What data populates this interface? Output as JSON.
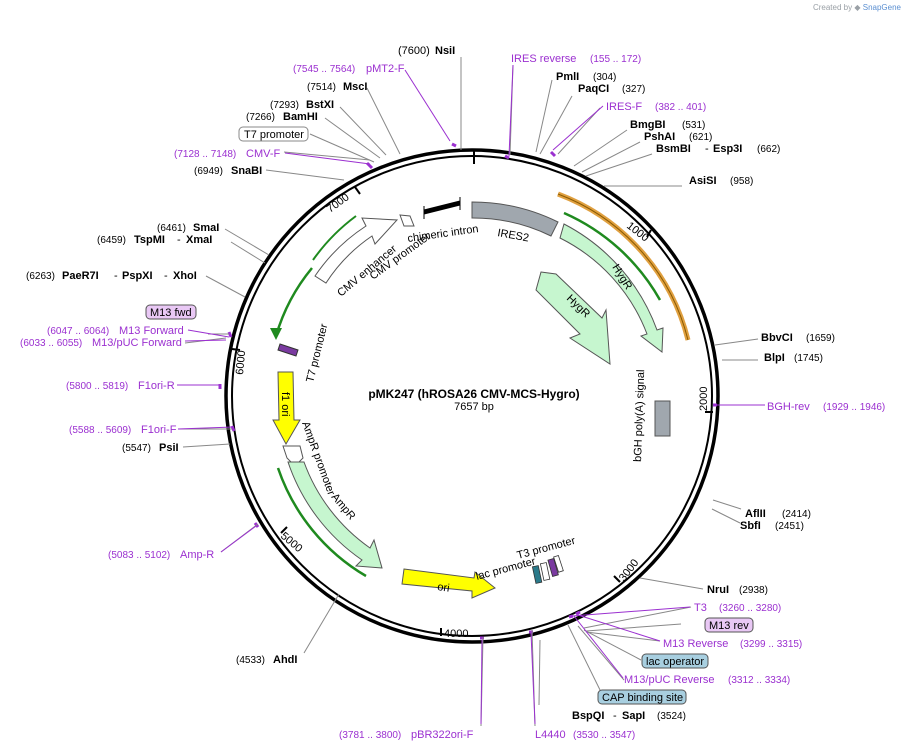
{
  "header": {
    "created_by": "Created by",
    "brand": "SnapGene"
  },
  "plasmid": {
    "name": "pMK247 (hROSA26 CMV-MCS-Hygro)",
    "length_label": "7657 bp"
  },
  "colors": {
    "backbone": "#000000",
    "feature_label": "#9b30d0",
    "primer": "#9b30d0"
  },
  "ticks": [
    "1000",
    "2000",
    "3000",
    "4000",
    "5000",
    "6000",
    "7000"
  ],
  "features": [
    {
      "id": "ires2",
      "label": "IRES2",
      "color": "#a0a7ae"
    },
    {
      "id": "hygr_outer",
      "label": "HygR",
      "color": "#c6f6cf"
    },
    {
      "id": "hygr_inner",
      "label": "HygR",
      "color": "#c6f6cf"
    },
    {
      "id": "bgh",
      "label": "bGH poly(A) signal",
      "color": "#a0a7ae"
    },
    {
      "id": "chimeric",
      "label": "chimeric intron",
      "color": "#000000"
    },
    {
      "id": "cmv_enh",
      "label": "CMV enhancer",
      "color": "#ffffff"
    },
    {
      "id": "cmv_prom",
      "label": "CMV promoter",
      "color": "#ffffff"
    },
    {
      "id": "t7_prom",
      "label": "T7 promoter",
      "color": "#ffffff"
    },
    {
      "id": "f1ori",
      "label": "f1 ori",
      "color": "#ffff00"
    },
    {
      "id": "ampr_prom",
      "label": "AmpR promoter",
      "color": "#ffffff"
    },
    {
      "id": "ampr",
      "label": "AmpR",
      "color": "#c6f6cf"
    },
    {
      "id": "ori",
      "label": "ori",
      "color": "#ffff00"
    },
    {
      "id": "t3_prom",
      "label": "T3 promoter",
      "color": "#ffffff"
    },
    {
      "id": "lac_prom",
      "label": "lac promoter",
      "color": "#ffffff"
    }
  ],
  "sites": {
    "nsii": {
      "name": "NsiI",
      "pos": "(7600)"
    },
    "pmt2f": {
      "name": "pMT2-F",
      "pos": "(7545 .. 7564)"
    },
    "ires_rev": {
      "name": "IRES reverse",
      "pos": "(155 .. 172)"
    },
    "pmli": {
      "name": "PmlI",
      "pos": "(304)"
    },
    "paqci": {
      "name": "PaqCI",
      "pos": "(327)"
    },
    "iresf": {
      "name": "IRES-F",
      "pos": "(382 .. 401)"
    },
    "mbgbi": {
      "name": "BmgBI",
      "pos": "(531)"
    },
    "pshai": {
      "name": "PshAI",
      "pos": "(621)"
    },
    "bsmbi": {
      "name": "BsmBI",
      "sep": "-",
      "name2": "Esp3I",
      "pos": "(662)"
    },
    "asisi": {
      "name": "AsiSI",
      "pos": "(958)"
    },
    "msci": {
      "name": "MscI",
      "pos": "(7514)"
    },
    "bstxi": {
      "name": "BstXI",
      "pos": "(7293)"
    },
    "bamhi": {
      "name": "BamHI",
      "pos": "(7266)"
    },
    "t7promlabel": {
      "name": "T7 promoter"
    },
    "cmvf": {
      "name": "CMV-F",
      "pos": "(7128 .. 7148)"
    },
    "snabi": {
      "name": "SnaBI",
      "pos": "(6949)"
    },
    "smai": {
      "name": "SmaI",
      "pos": "(6461)"
    },
    "tspmi": {
      "name": "TspMI",
      "sep": "-",
      "name2": "XmaI",
      "pos": "(6459)"
    },
    "paer7i": {
      "name": "PaeR7I",
      "sep": "-",
      "name2": "PspXI",
      "sep2": "-",
      "name3": "XhoI",
      "pos": "(6263)"
    },
    "m13fwd": {
      "name": "M13 fwd"
    },
    "m13forward": {
      "name": "M13 Forward",
      "pos": "(6047 .. 6064)"
    },
    "m13pucf": {
      "name": "M13/pUC Forward",
      "pos": "(6033 .. 6055)"
    },
    "f1orir": {
      "name": "F1ori-R",
      "pos": "(5800 .. 5819)"
    },
    "f1orif": {
      "name": "F1ori-F",
      "pos": "(5588 .. 5609)"
    },
    "psti": {
      "name": "PsiI",
      "pos": "(5547)"
    },
    "ampr_primer": {
      "name": "Amp-R",
      "pos": "(5083 .. 5102)"
    },
    "ahdi": {
      "name": "AhdI",
      "pos": "(4533)"
    },
    "pbr322": {
      "name": "pBR322ori-F",
      "pos": "(3781 .. 3800)"
    },
    "l4440": {
      "name": "L4440",
      "pos": "(3530 .. 3547)"
    },
    "bspqi": {
      "name": "BspQI",
      "sep": "-",
      "name2": "SapI",
      "pos": "(3524)"
    },
    "cap": {
      "name": "CAP binding site"
    },
    "m13pucrev": {
      "name": "M13/pUC Reverse",
      "pos": "(3312 .. 3334)"
    },
    "lacop": {
      "name": "lac operator"
    },
    "m13reverse": {
      "name": "M13 Reverse",
      "pos": "(3299 .. 3315)"
    },
    "m13rev": {
      "name": "M13 rev"
    },
    "t3": {
      "name": "T3",
      "pos": "(3260 .. 3280)"
    },
    "nrui": {
      "name": "NruI",
      "pos": "(2938)"
    },
    "sbfi": {
      "name": "SbfI",
      "pos": "(2451)"
    },
    "aflii": {
      "name": "AflII",
      "pos": "(2414)"
    },
    "bghrev": {
      "name": "BGH-rev",
      "pos": "(1929 .. 1946)"
    },
    "blpi": {
      "name": "BlpI",
      "pos": "(1745)"
    },
    "bbvci": {
      "name": "BbvCI",
      "pos": "(1659)"
    }
  }
}
